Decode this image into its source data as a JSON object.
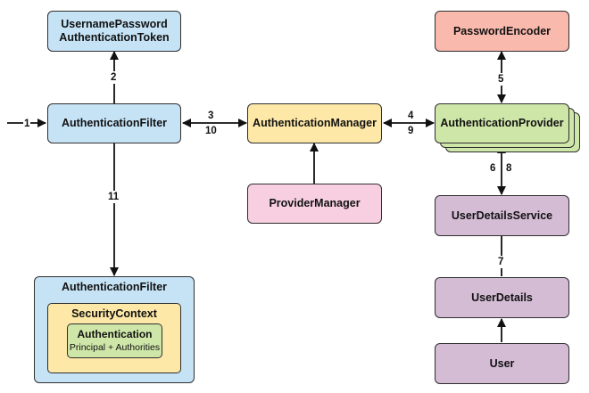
{
  "boxes": {
    "token_line1": "UsernamePassword",
    "token_line2": "AuthenticationToken",
    "auth_filter": "AuthenticationFilter",
    "auth_manager": "AuthenticationManager",
    "provider_manager": "ProviderManager",
    "password_encoder": "PasswordEncoder",
    "auth_provider": "AuthenticationProvider",
    "user_details_service": "UserDetailsService",
    "user_details": "UserDetails",
    "user": "User",
    "filter_container": "AuthenticationFilter",
    "security_context": "SecurityContext",
    "authentication": "Authentication",
    "authentication_sub": "Principal + Authorities"
  },
  "steps": {
    "s1": "1",
    "s2": "2",
    "s3": "3",
    "s4": "4",
    "s5": "5",
    "s6": "6",
    "s7": "7",
    "s8": "8",
    "s9": "9",
    "s10": "10",
    "s11": "11"
  },
  "colors": {
    "blue": "#c6e3f6",
    "yellow": "#fde8a7",
    "pink": "#f7cfe0",
    "salmon": "#f9b9ad",
    "green": "#cfe6a9",
    "purple": "#d5bcd5",
    "stroke": "#2f2f2f"
  }
}
